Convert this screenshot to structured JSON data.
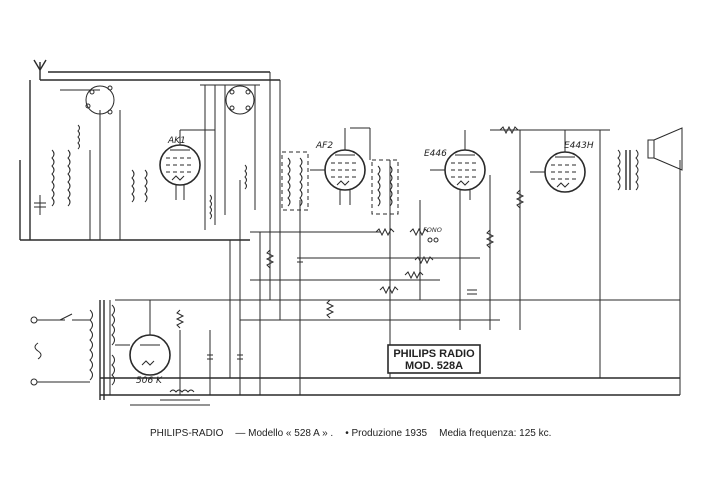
{
  "labels": {
    "nameplate_line1": "PHILIPS RADIO",
    "nameplate_line2": "MOD. 528A",
    "tube_ak1": "AK1",
    "tube_af2": "AF2",
    "tube_e446": "E446",
    "tube_e443h": "E443H",
    "tube_506k": "506 K",
    "fono": "FONO"
  },
  "caption": {
    "brand": "PHILIPS-RADIO",
    "model": "— Modello « 528 A » .",
    "production": "• Produzione 1935",
    "if_freq": "Media frequenza: 125 kc."
  },
  "colors": {
    "ink": "#2a2a2a",
    "paper": "#ffffff"
  }
}
